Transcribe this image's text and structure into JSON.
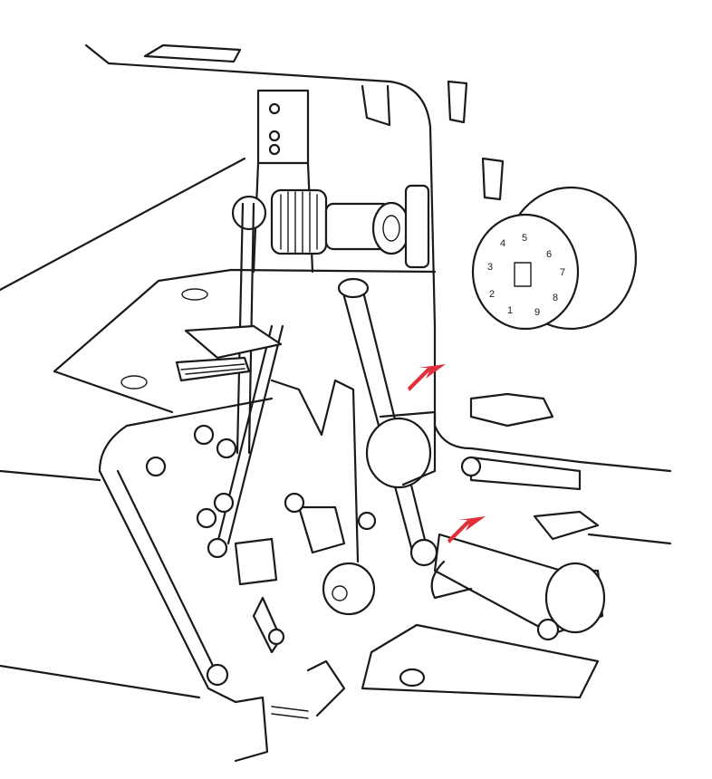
{
  "diagram": {
    "dial_numbers": [
      "4",
      "5",
      "6",
      "3",
      "7",
      "2",
      "8",
      "1",
      "9"
    ],
    "arrow_color": "#e0313b",
    "line_color": "#1a1a1a",
    "background": "#ffffff",
    "arrow_count": 2
  }
}
